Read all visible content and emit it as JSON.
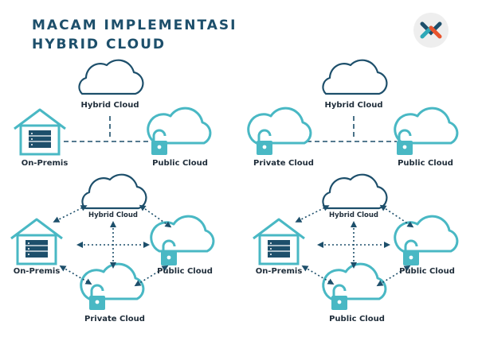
{
  "title": {
    "line1": "MACAM IMPLEMENTASI",
    "line2": "HYBRID CLOUD"
  },
  "logo": {
    "icon": "x-cross-logo-icon",
    "colors": [
      "#2ea8b8",
      "#e8552e",
      "#1d4f6b"
    ]
  },
  "colors": {
    "navy": "#1d4f6b",
    "teal": "#49b8c4",
    "text": "#1f2d3a"
  },
  "panels": [
    {
      "id": "top-left",
      "labels": {
        "hybrid": "Hybrid Cloud",
        "left": "On-Premis",
        "right": "Public Cloud"
      }
    },
    {
      "id": "top-right",
      "labels": {
        "hybrid": "Hybrid Cloud",
        "left": "Private Cloud",
        "right": "Public Cloud"
      }
    },
    {
      "id": "bottom-left",
      "labels": {
        "hybrid": "Hybrid Cloud",
        "left": "On-Premis",
        "right": "Public Cloud",
        "bottom": "Private Cloud"
      }
    },
    {
      "id": "bottom-right",
      "labels": {
        "hybrid": "Hybrid Cloud",
        "left": "On-Premis",
        "right": "Public Cloud",
        "bottom": "Public Cloud"
      }
    }
  ]
}
